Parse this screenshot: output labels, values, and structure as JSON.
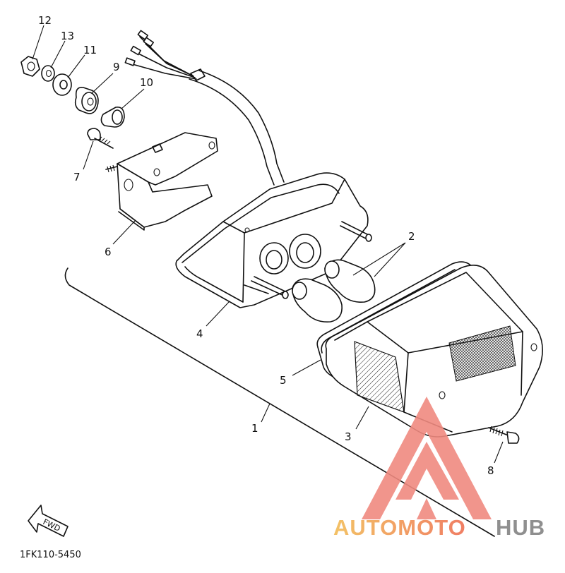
{
  "diagram": {
    "part_labels": [
      {
        "id": "p12",
        "text": "12"
      },
      {
        "id": "p13",
        "text": "13"
      },
      {
        "id": "p11",
        "text": "11"
      },
      {
        "id": "p9",
        "text": "9"
      },
      {
        "id": "p10",
        "text": "10"
      },
      {
        "id": "p7",
        "text": "7"
      },
      {
        "id": "p6",
        "text": "6"
      },
      {
        "id": "p2",
        "text": "2"
      },
      {
        "id": "p4",
        "text": "4"
      },
      {
        "id": "p5",
        "text": "5"
      },
      {
        "id": "p1",
        "text": "1"
      },
      {
        "id": "p3",
        "text": "3"
      },
      {
        "id": "p8",
        "text": "8"
      }
    ],
    "fwd_label": "FWD",
    "diagram_code": "1FK110-5450"
  },
  "watermark": {
    "word_part1": "AUTOMOTO",
    "word_part2": "HUB",
    "colors": {
      "triangle": "#f08a80",
      "part1_gradient_start": "#f3c266",
      "part1_gradient_end": "#f07e64",
      "part2": "#8f8f8f"
    }
  }
}
